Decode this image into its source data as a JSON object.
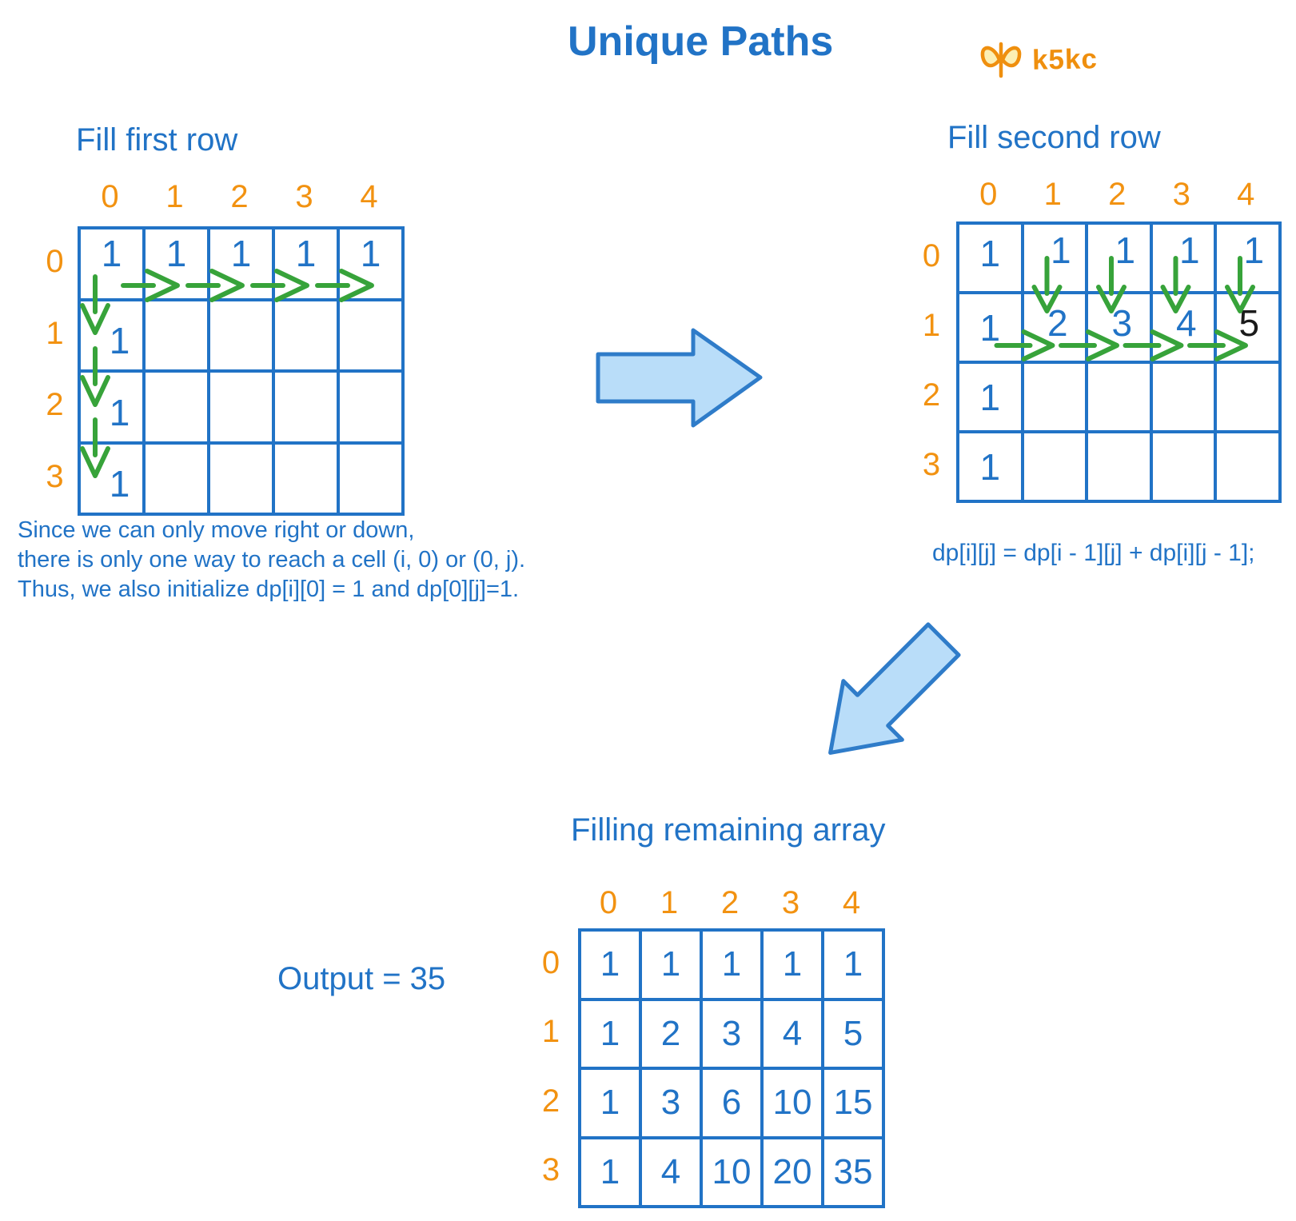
{
  "title": "Unique Paths",
  "logo": {
    "text": "k5kc"
  },
  "colors": {
    "blue": "#2173c6",
    "orange": "#f29211",
    "green": "#37a33a",
    "black_value": "#1b1b1b",
    "big_arrow_fill": "#b9ddf9",
    "big_arrow_stroke": "#2f7cc9"
  },
  "sections": {
    "first": {
      "heading": "Fill first row",
      "col_labels": [
        "0",
        "1",
        "2",
        "3",
        "4"
      ],
      "row_labels": [
        "0",
        "1",
        "2",
        "3"
      ],
      "cells": [
        [
          "1",
          "1",
          "1",
          "1",
          "1"
        ],
        [
          "1",
          "",
          "",
          "",
          ""
        ],
        [
          "1",
          "",
          "",
          "",
          ""
        ],
        [
          "1",
          "",
          "",
          "",
          ""
        ]
      ],
      "note_lines": [
        "Since we can only move right or down,",
        "there is only one way to reach a cell (i, 0) or (0, j).",
        "Thus, we also initialize dp[i][0] = 1 and dp[0][j]=1."
      ]
    },
    "second": {
      "heading": "Fill second row",
      "col_labels": [
        "0",
        "1",
        "2",
        "3",
        "4"
      ],
      "row_labels": [
        "0",
        "1",
        "2",
        "3"
      ],
      "cells": [
        [
          "1",
          "1",
          "1",
          "1",
          "1"
        ],
        [
          "1",
          "2",
          "3",
          "4",
          "5"
        ],
        [
          "1",
          "",
          "",
          "",
          ""
        ],
        [
          "1",
          "",
          "",
          "",
          ""
        ]
      ],
      "black_cell": [
        1,
        4
      ],
      "formula": "dp[i][j] = dp[i - 1][j] + dp[i][j - 1];"
    },
    "final": {
      "heading": "Filling remaining array",
      "output_label": "Output = 35",
      "col_labels": [
        "0",
        "1",
        "2",
        "3",
        "4"
      ],
      "row_labels": [
        "0",
        "1",
        "2",
        "3"
      ],
      "cells": [
        [
          "1",
          "1",
          "1",
          "1",
          "1"
        ],
        [
          "1",
          "2",
          "3",
          "4",
          "5"
        ],
        [
          "1",
          "3",
          "6",
          "10",
          "15"
        ],
        [
          "1",
          "4",
          "10",
          "20",
          "35"
        ]
      ]
    }
  }
}
